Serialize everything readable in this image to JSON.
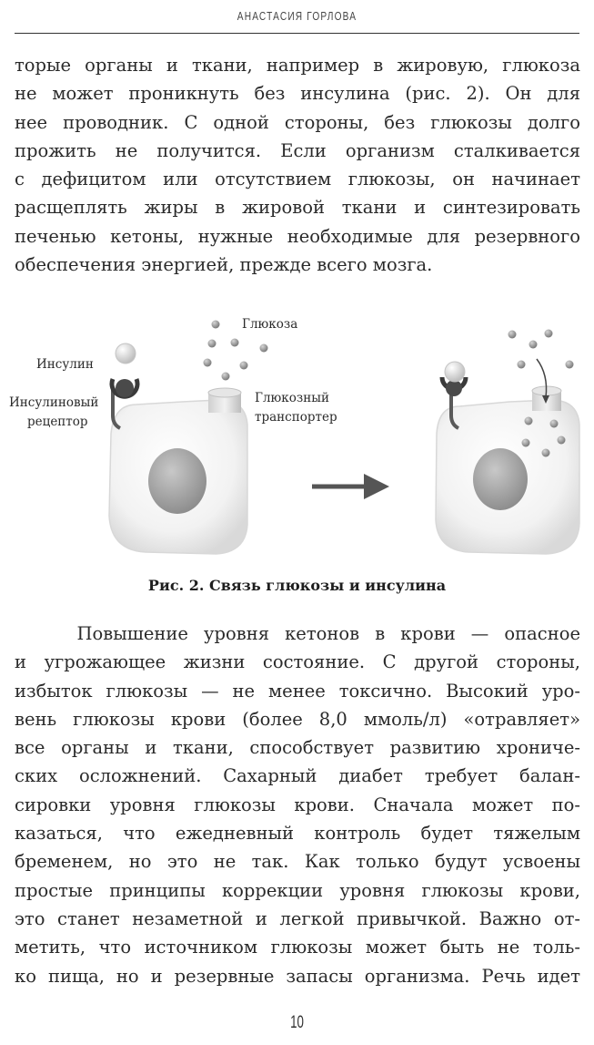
{
  "header": {
    "running_head": "АНАСТАСИЯ ГОРЛОВА"
  },
  "paragraph1": {
    "lines": [
      "торые органы и ткани, например в жировую, глюкоза",
      "не может проникнуть без инсулина (рис. 2). Он для",
      "нее проводник. С одной стороны, без глюкозы долго",
      "прожить не получится. Если организм сталкивается",
      "с дефицитом или отсутствием глюкозы, он начинает",
      "расщеплять жиры в жировой ткани и синтезировать",
      "печенью кетоны, нужные необходимые для резервного",
      "обеспечения энергией, прежде всего мозга."
    ]
  },
  "figure": {
    "labels": {
      "glucose": "Глюкоза",
      "insulin": "Инсулин",
      "receptor_line1": "Инсулиновый",
      "receptor_line2": "рецептор",
      "transporter_line1": "Глюкозный",
      "transporter_line2": "транспортер"
    },
    "caption": "Рис. 2. Связь глюкозы и инсулина"
  },
  "paragraph2": {
    "lines": [
      "    Повышение уровня кетонов в крови — опасное",
      "и угрожающее жизни состояние. С другой стороны,",
      "избыток глюкозы — не менее токсично. Высокий уро-",
      "вень глюкозы крови (более 8,0 ммоль/л) «отравляет»",
      "все органы и ткани, способствует развитию хрониче-",
      "ских осложнений. Сахарный диабет требует балан-",
      "сировки уровня глюкозы крови. Сначала может по-",
      "казаться, что ежедневный контроль будет тяжелым",
      "бременем, но это не так. Как только будут усвоены",
      "простые принципы коррекции уровня глюкозы крови,",
      "это станет незаметной и легкой привычкой. Важно от-",
      "метить, что источником глюкозы может быть не толь-",
      "ко пища, но и резервные запасы организма. Речь идет"
    ]
  },
  "footer": {
    "page_number": "10"
  }
}
